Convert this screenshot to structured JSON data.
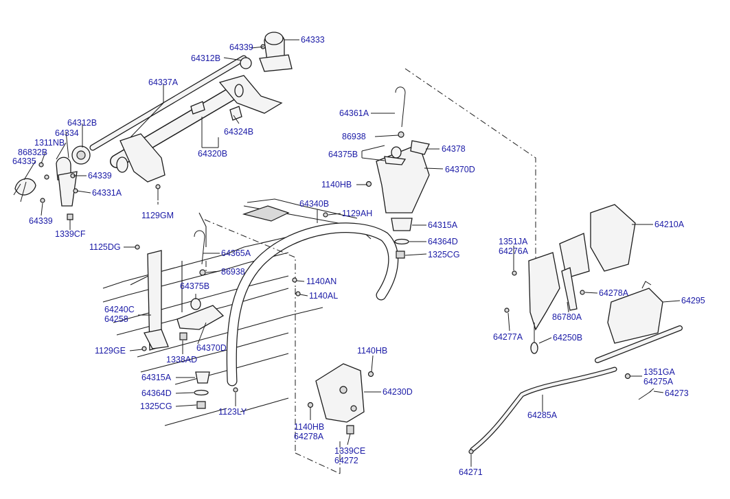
{
  "diagram": {
    "labels": {
      "l64333": "64333",
      "l64339_top": "64339",
      "l64312B_top": "64312B",
      "l64337A": "64337A",
      "l64312B_left": "64312B",
      "l64334": "64334",
      "l1311NB": "1311NB",
      "l86832B": "86832B",
      "l64335": "64335",
      "l64339_mid": "64339",
      "l64331A": "64331A",
      "l64339_low": "64339",
      "l1339CF": "1339CF",
      "l64324B": "64324B",
      "l64320B": "64320B",
      "l1129GM": "1129GM",
      "l64361A": "64361A",
      "l86938_top": "86938",
      "l64375B_top": "64375B",
      "l64378": "64378",
      "l64370D_top": "64370D",
      "l1140HB_top": "1140HB",
      "l64340B": "64340B",
      "l1129AH": "1129AH",
      "l64315A_top": "64315A",
      "l64364D_top": "64364D",
      "l1325CG_top": "1325CG",
      "l1125DG": "1125DG",
      "l64365A": "64365A",
      "l86938_low": "86938",
      "l1140AN": "1140AN",
      "l1140AL": "1140AL",
      "l64375B_low": "64375B",
      "l64240C": "64240C",
      "l64258": "64258",
      "l64370D_low": "64370D",
      "l1129GE": "1129GE",
      "l1338AD": "1338AD",
      "l64315A_low": "64315A",
      "l64364D_low": "64364D",
      "l1325CG_low": "1325CG",
      "l1123LY": "1123LY",
      "l1140HB_mid": "1140HB",
      "l64230D": "64230D",
      "l1140HB_low": "1140HB",
      "l64278A_low": "64278A",
      "l1339CE": "1339CE",
      "l64272": "64272",
      "l64210A": "64210A",
      "l1351JA": "1351JA",
      "l64276A": "64276A",
      "l64278A_right": "64278A",
      "l64295": "64295",
      "l86780A": "86780A",
      "l64277A": "64277A",
      "l64250B": "64250B",
      "l1351GA": "1351GA",
      "l64275A": "64275A",
      "l64273": "64273",
      "l64285A": "64285A",
      "l64271": "64271"
    },
    "colors": {
      "label": "#1a1aa6",
      "line": "#1a1a1a",
      "part_fill": "#f4f4f4"
    }
  }
}
